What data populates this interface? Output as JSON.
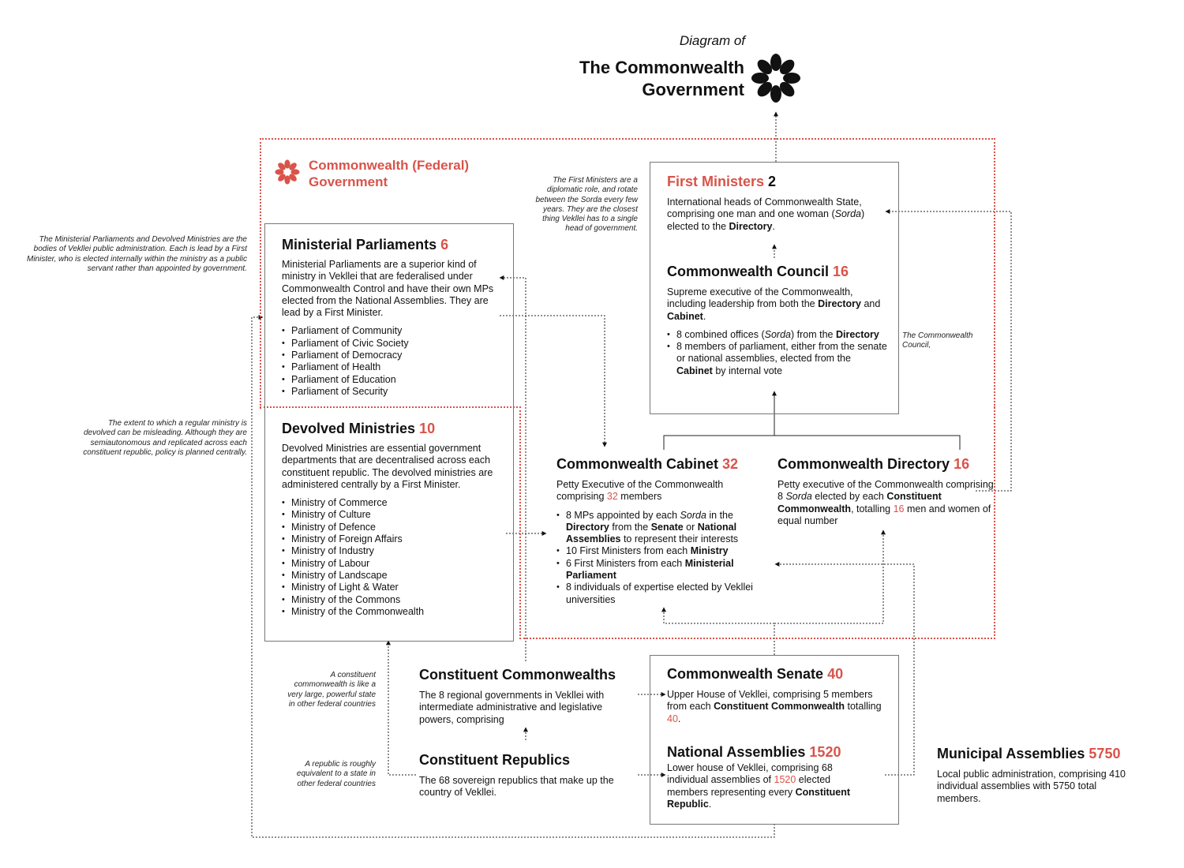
{
  "header": {
    "pretitle": "Diagram of",
    "title_line1": "The Commonwealth",
    "title_line2": "Government"
  },
  "federal": {
    "title_line1": "Commonwealth (Federal)",
    "title_line2": "Government"
  },
  "colors": {
    "accent": "#d9534a",
    "text": "#111111",
    "box_border": "#777777"
  },
  "first_ministers": {
    "name": "First Ministers",
    "count": "2",
    "desc_1": "International heads of Commonwealth State, comprising one man and one woman (",
    "desc_sorda": "Sorda",
    "desc_2": ") elected to the ",
    "desc_dir": "Directory",
    "desc_3": "."
  },
  "council": {
    "name": "Commonwealth Council",
    "count": "16",
    "desc_1": "Supreme executive of the Commonwealth, including leadership from both the ",
    "desc_dir": "Directory",
    "desc_2": " and ",
    "desc_cab": "Cabinet",
    "desc_3": ".",
    "item1_a": "8 combined offices (",
    "item1_sorda": "Sorda",
    "item1_b": ") from the ",
    "item1_dir": "Directory",
    "item2_a": "8 members of parliament, either from the senate or national assemblies, elected from the ",
    "item2_cab": "Cabinet",
    "item2_b": " by internal vote"
  },
  "ministerial": {
    "name": "Ministerial Parliaments",
    "count": "6",
    "desc": "Ministerial Parliaments are a superior kind of ministry in Vekllei that are federalised under Commonwealth Control and have their own MPs elected from the National Assemblies. They are lead by a First Minister.",
    "items": [
      "Parliament of Community",
      "Parliament of Civic Society",
      "Parliament of Democracy",
      "Parliament of Health",
      "Parliament of Education",
      "Parliament of Security"
    ]
  },
  "devolved": {
    "name": "Devolved Ministries",
    "count": "10",
    "desc": "Devolved Ministries are essential government departments that are decentralised across each constituent republic. The devolved ministries are administered centrally by a First Minister.",
    "items": [
      "Ministry of Commerce",
      "Ministry of Culture",
      "Ministry of Defence",
      "Ministry of Foreign Affairs",
      "Ministry of Industry",
      "Ministry of Labour",
      "Ministry of Landscape",
      "Ministry of Light & Water",
      "Ministry of the Commons",
      "Ministry of the Commonwealth"
    ]
  },
  "cabinet": {
    "name": "Commonwealth Cabinet",
    "count": "32",
    "desc_1": "Petty Executive of the Commonwealth comprising ",
    "desc_count": "32",
    "desc_2": " members",
    "item1_a": "8 MPs appointed by each ",
    "item1_sorda": "Sorda",
    "item1_b": " in the ",
    "item1_dir": "Directory",
    "item1_c": " from the ",
    "item1_sen": "Senate",
    "item1_d": " or ",
    "item1_na": "National Assemblies",
    "item1_e": " to represent their interests",
    "item2_a": "10 First Ministers from each ",
    "item2_b": "Ministry",
    "item3_a": "6 First Ministers from each ",
    "item3_b": "Ministerial Parliament",
    "item4": "8 individuals of expertise elected by Vekllei universities"
  },
  "directory": {
    "name": "Commonwealth Directory",
    "count": "16",
    "desc_1": "Petty executive of the Commonwealth comprising 8 ",
    "desc_sorda": "Sorda",
    "desc_2": " elected by each ",
    "desc_cc": "Constituent Commonwealth",
    "desc_3": ", totalling ",
    "desc_count": "16",
    "desc_4": " men and women of equal number"
  },
  "constituent_commonwealths": {
    "name": "Constituent Commonwealths",
    "desc": "The 8 regional governments in Vekllei with intermediate administrative and legislative powers, comprising"
  },
  "constituent_republics": {
    "name": "Constituent Republics",
    "desc": "The 68 sovereign republics that make up the country of Vekllei."
  },
  "senate": {
    "name": "Commonwealth Senate",
    "count": "40",
    "desc_1": "Upper House of Vekllei, comprising 5 members from each ",
    "desc_cc": "Constituent Commonwealth",
    "desc_2": " totalling ",
    "desc_count": "40",
    "desc_3": "."
  },
  "national": {
    "name": "National Assemblies",
    "count": "1520",
    "desc_1": "Lower house of Vekllei, comprising 68 individual assemblies of ",
    "desc_count": "1520",
    "desc_2": " elected members representing every ",
    "desc_cr": "Constituent Republic",
    "desc_3": "."
  },
  "municipal": {
    "name": "Municipal Assemblies",
    "count": "5750",
    "desc": "Local public administration, comprising 410 individual assemblies with 5750 total members."
  },
  "notes": {
    "first_ministers": "The First Ministers are a diplomatic role, and rotate between the Sorda every few years. They are the closest thing Vekllei has to a single head of government.",
    "ministerial": "The Ministerial Parliaments and Devolved Ministries are the bodies of Vekllei public administration. Each is lead by a First Minister, who is elected internally within the ministry as a public servant rather than appointed by government.",
    "devolved": "The extent to which a regular ministry is devolved can be misleading. Although they are semiautonomous and replicated across each constituent republic, policy is planned centrally.",
    "council": "The Commonwealth Council,",
    "constituent_commonwealth": "A constituent commonwealth is like a very large, powerful state in other federal countries",
    "republic": "A republic is roughly equivalent to a state in other federal countries"
  }
}
